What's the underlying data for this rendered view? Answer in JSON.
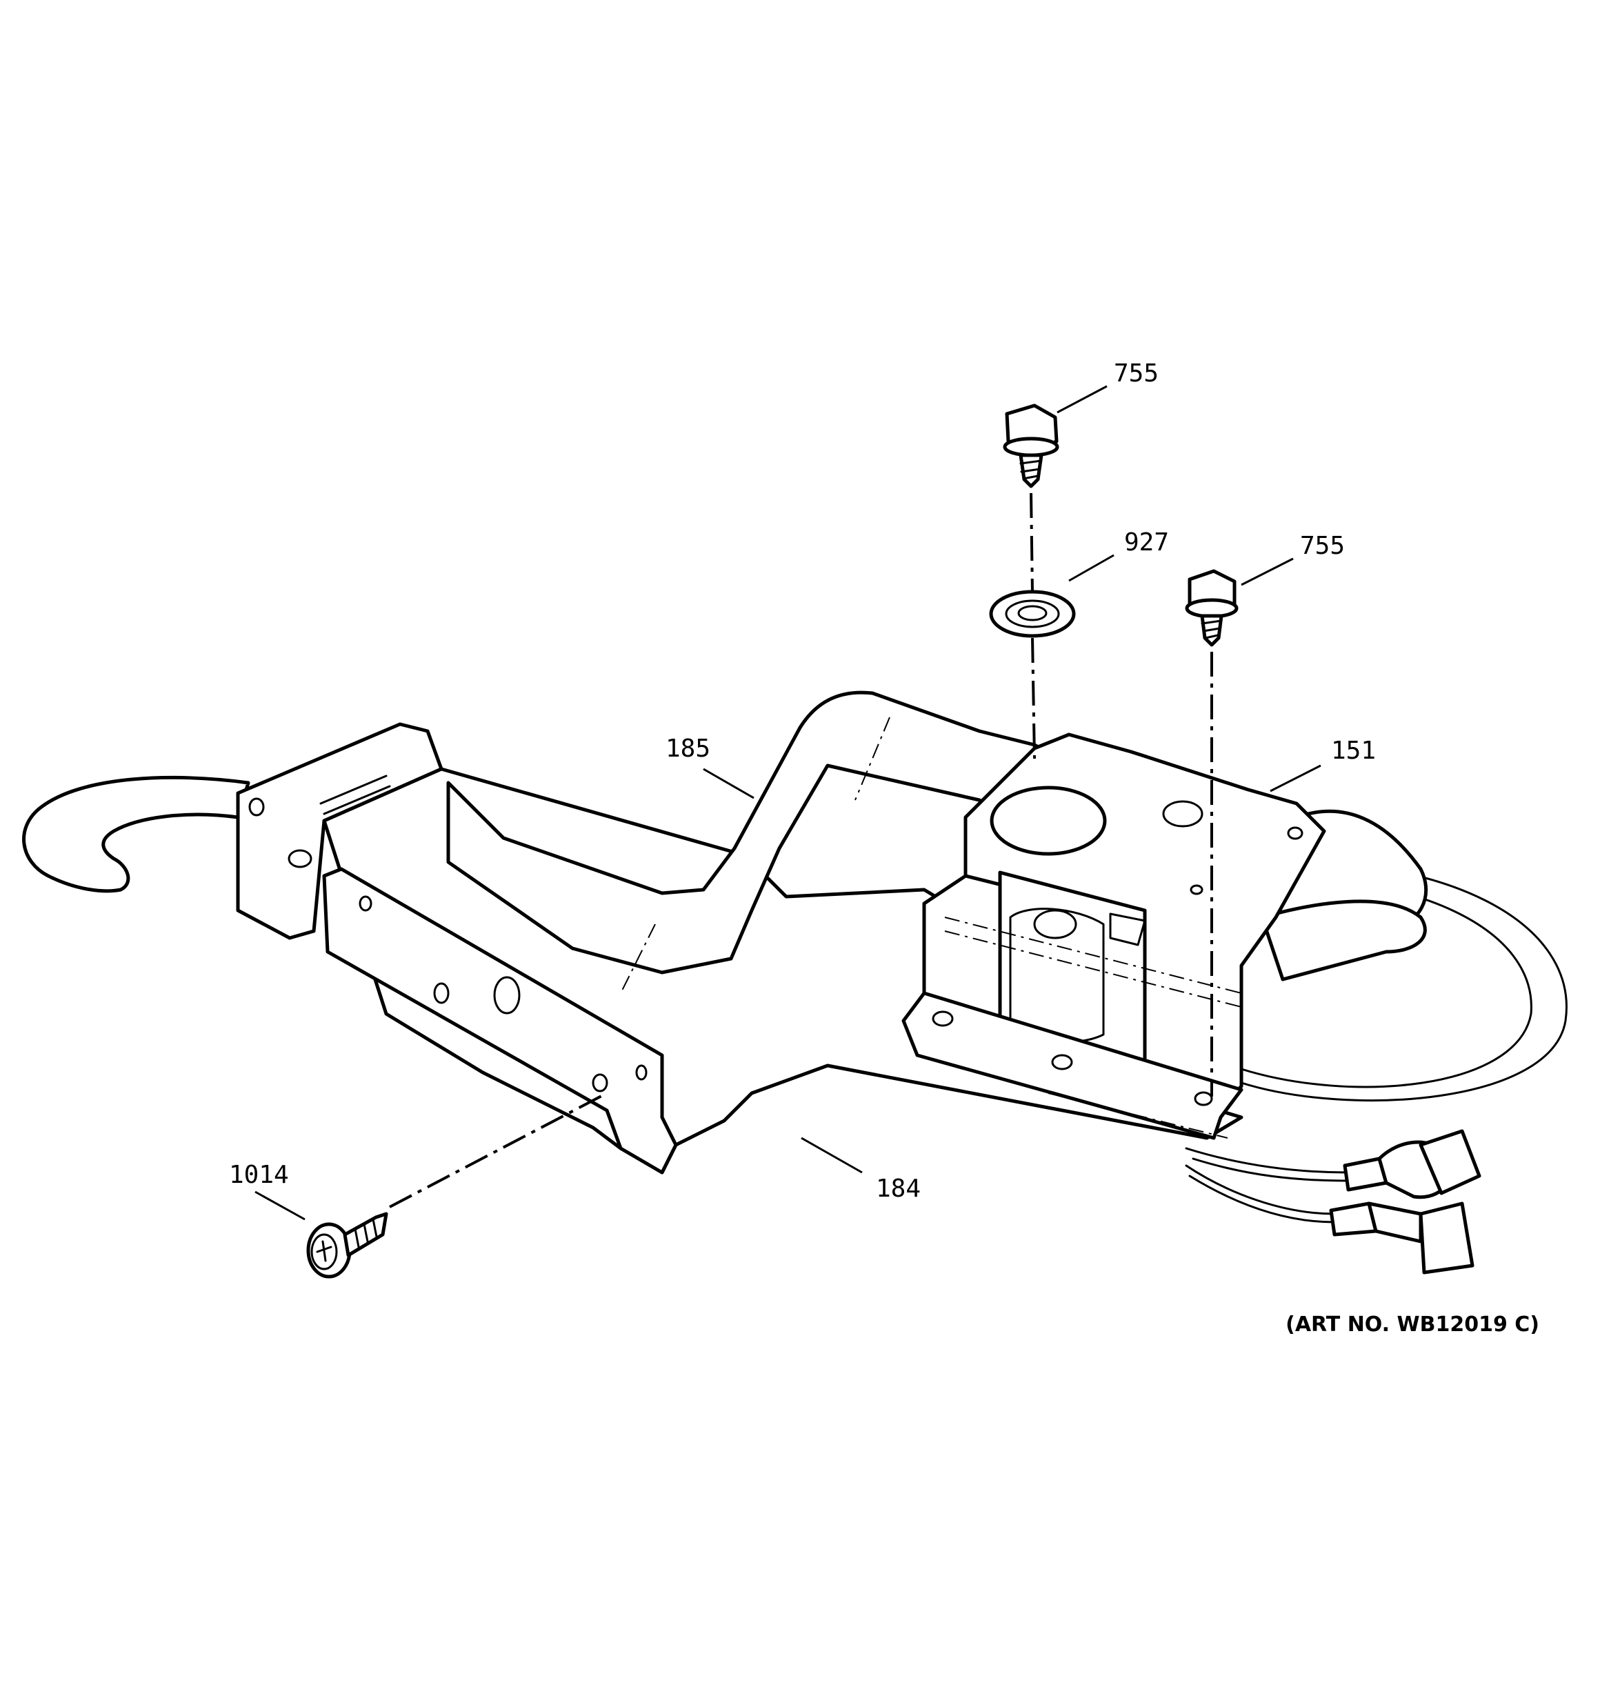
{
  "diagram": {
    "callouts": [
      {
        "id": "screw-top",
        "label": "755"
      },
      {
        "id": "washer",
        "label": "927"
      },
      {
        "id": "screw-right",
        "label": "755"
      },
      {
        "id": "bracket-upper",
        "label": "185"
      },
      {
        "id": "motor",
        "label": "151"
      },
      {
        "id": "bracket-lower",
        "label": "184"
      },
      {
        "id": "screw-side",
        "label": "1014"
      }
    ],
    "art_number": "(ART NO. WB12019 C)"
  }
}
